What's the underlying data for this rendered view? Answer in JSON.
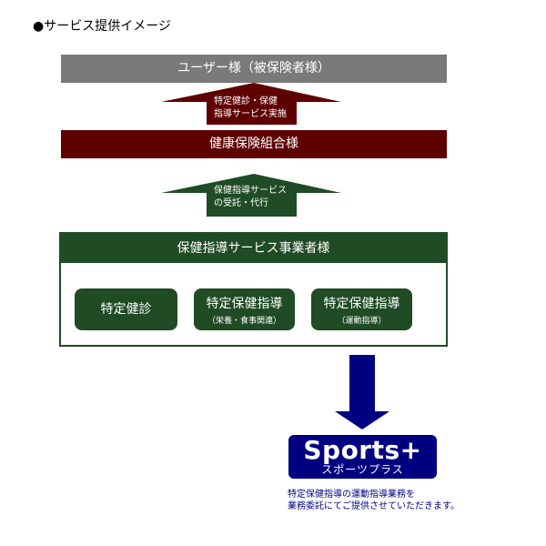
{
  "title": "●サービス提供イメージ",
  "user_bar": {
    "label": "ユーザー様（被保険者様）",
    "color": "#7a7a7a"
  },
  "arrow_up_1": {
    "line1": "特定健診・保健",
    "line2": "指導サービス実施",
    "color": "#5e0000"
  },
  "kenpo_bar": {
    "label": "健康保険組合様",
    "color": "#5e0000"
  },
  "arrow_up_2": {
    "line1": "保健指導サービス",
    "line2": "の受託・代行",
    "color": "#1f4b25"
  },
  "provider": {
    "title": "保健指導サービス事業者様",
    "color": "#1f4b25",
    "services": [
      {
        "label": "特定健診",
        "sub": ""
      },
      {
        "label": "特定保健指導",
        "sub": "（栄養・食事関連）"
      },
      {
        "label": "特定保健指導",
        "sub": "（運動指導）"
      }
    ]
  },
  "arrow_down": {
    "color": "#000080"
  },
  "logo": {
    "main": "Sports+",
    "sub": "スポーツプラス",
    "color": "#000080"
  },
  "caption": {
    "line1": "特定保健指導の運動指導業務を",
    "line2": "業務委託にてご提供させていただきます。"
  }
}
